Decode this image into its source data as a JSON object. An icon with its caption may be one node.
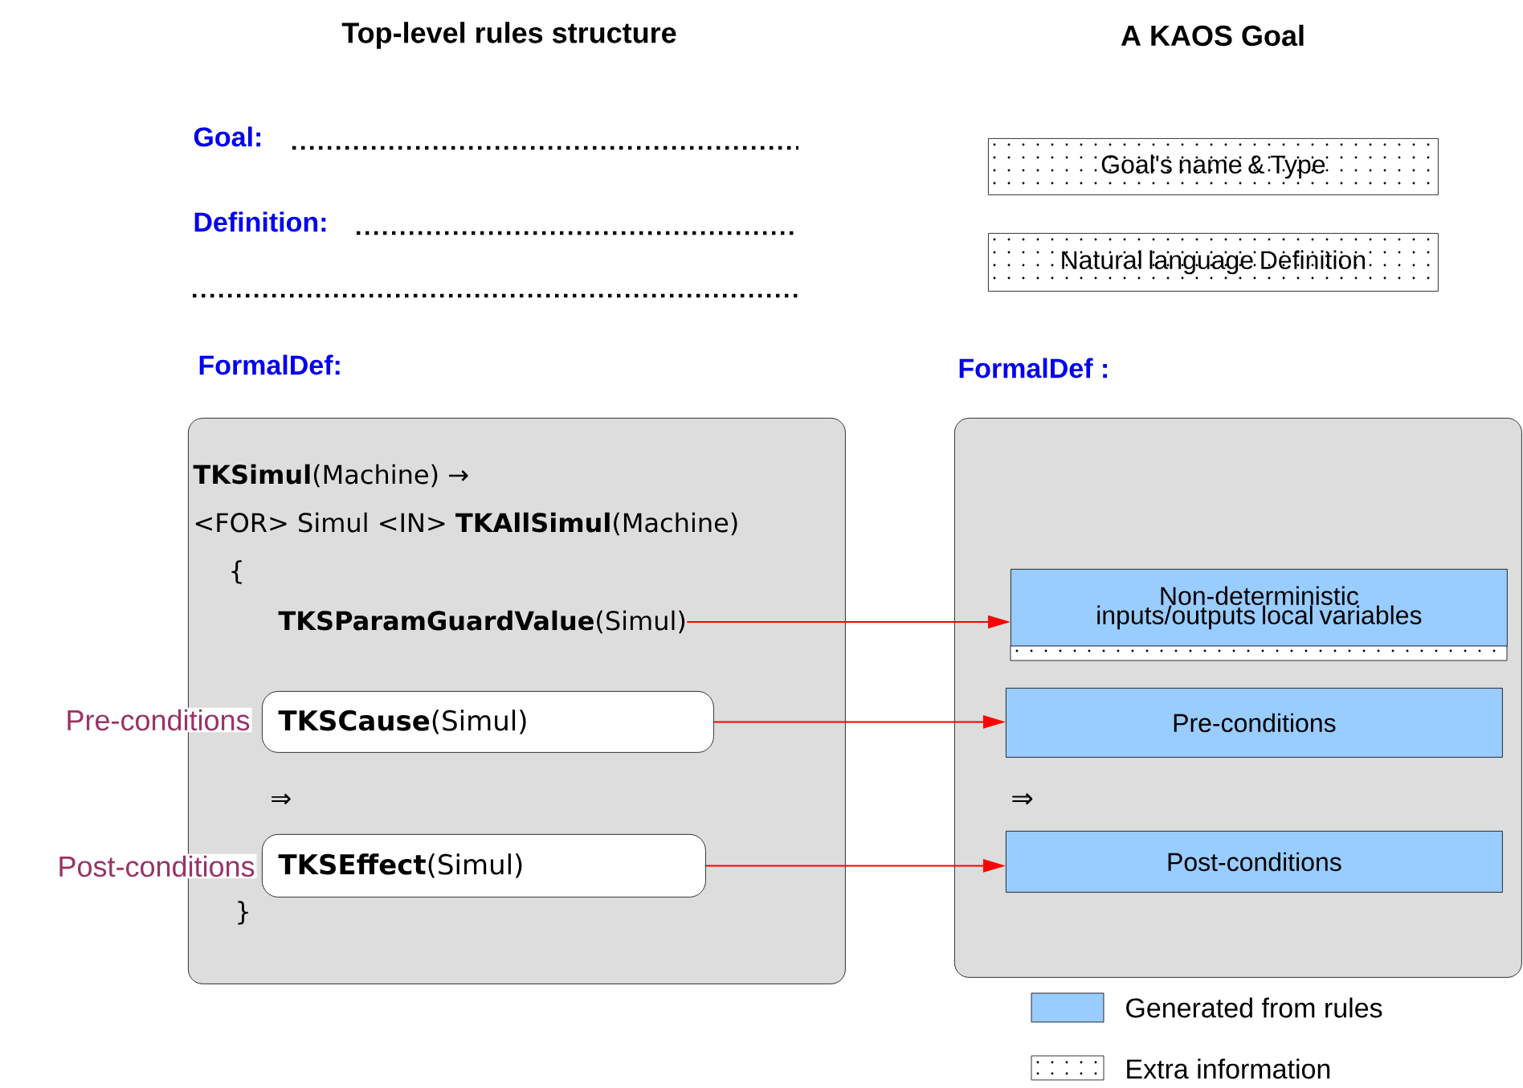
{
  "diagram": {
    "nodes": [
      {
        "text": [
          "**TKSimul**(Machine) →",
          "<FOR> Simul <IN> **TKAllSimul**(Machine)",
          "{",
          "⇒",
          "}"
        ]
      },
      {
        "text": [
          "**TKSParamGuardValue**(Simul)"
        ],
        "in": 0
      },
      {
        "text": [
          "**TKSCause**(Simul)"
        ],
        "in": 0,
        "beside": [
          "Pre-conditions"
        ]
      },
      {
        "text": [
          "**TKSEffect**(Simul)"
        ],
        "in": 0,
        "beside": [
          "Post-conditions"
        ]
      },
      {
        "text": [
          "Goal's name & Type"
        ]
      },
      {
        "text": [
          "Natural language Definition"
        ]
      },
      {
        "text": [
          "⇒"
        ]
      },
      {
        "text": [
          "Non-deterministic inputs/outputs local variables"
        ],
        "in": 6
      },
      {
        "text": [
          "Pre-conditions"
        ],
        "in": 6
      },
      {
        "text": [
          "Post-conditions"
        ],
        "in": 6
      }
    ],
    "edges": [
      {
        "from": 1,
        "to": 7,
        "arrow": "to"
      },
      {
        "from": 2,
        "to": 8,
        "arrow": "to"
      },
      {
        "from": 3,
        "to": 9,
        "arrow": "to"
      }
    ],
    "labels": [
      "Top-level rules structure",
      "A KAOS Goal",
      "Goal:",
      "Definition:",
      "FormalDef:",
      "FormalDef :"
    ],
    "legend": [
      {
        "text": "Generated from rules",
        "color": "#99ccff"
      },
      {
        "text": "Extra information"
      }
    ]
  }
}
